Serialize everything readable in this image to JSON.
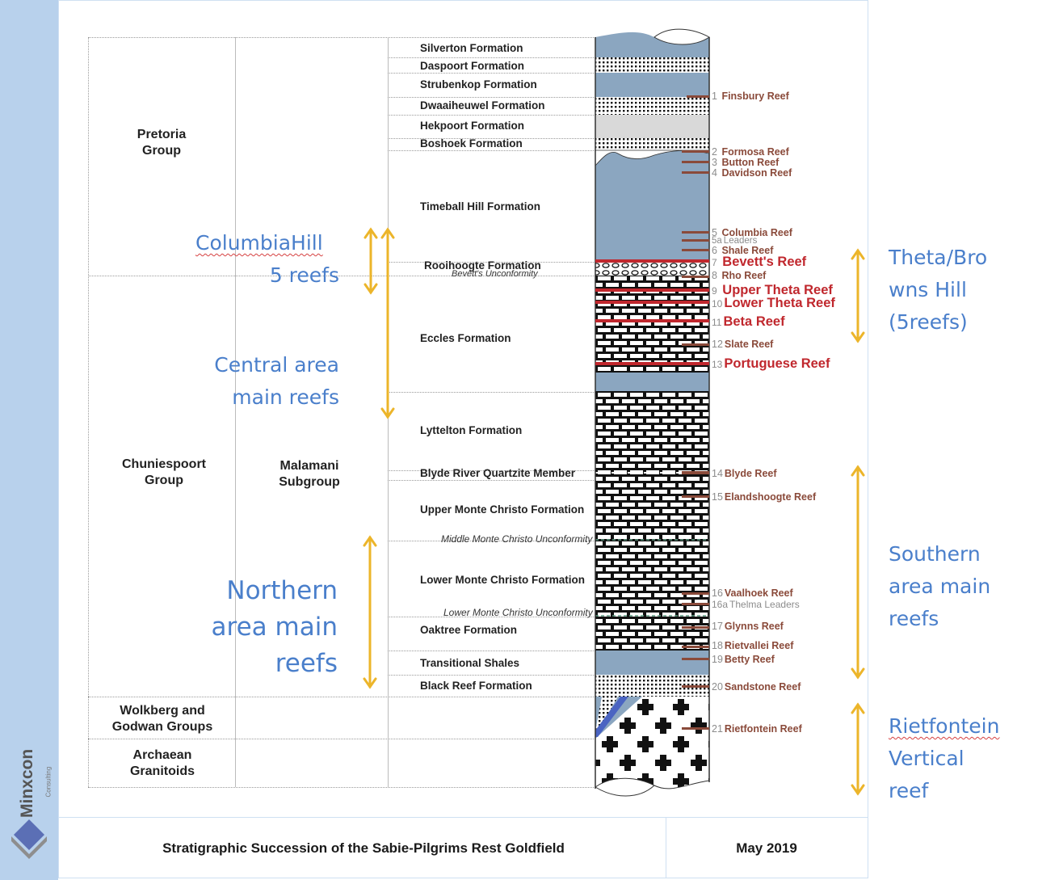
{
  "footer": {
    "title": "Stratigraphic Succession of the Sabie-Pilgrims Rest Goldfield",
    "date": "May 2019"
  },
  "logo": {
    "name": "Minxcon",
    "subtitle": "Consulting"
  },
  "groups": [
    {
      "label": "Pretoria\nGroup"
    },
    {
      "label": "Chuniespoort\nGroup"
    },
    {
      "label": "Malamani\nSubgroup"
    },
    {
      "label": "Wolkberg and\nGodwan Groups"
    },
    {
      "label": "Archaean\nGranitoids"
    }
  ],
  "formations": [
    "Silverton Formation",
    "Daspoort Formation",
    "Strubenkop Formation",
    "Dwaaiheuwel Formation",
    "Hekpoort Formation",
    "Boshoek Formation",
    "Timeball Hill Formation",
    "Rooihoogte Formation",
    "Eccles Formation",
    "Lyttelton Formation",
    "Blyde River Quartzite Member",
    "Upper Monte Christo Formation",
    "Lower Monte Christo Formation",
    "Oaktree Formation",
    "Transitional Shales",
    "Black Reef Formation"
  ],
  "unconformities": [
    "Bevett's Unconformity",
    "Middle Monte Christo Unconformity",
    "Lower Monte Christo Unconformity"
  ],
  "reefs": [
    {
      "num": "1",
      "name": "Finsbury Reef",
      "style": "normal"
    },
    {
      "num": "2",
      "name": "Formosa Reef",
      "style": "normal"
    },
    {
      "num": "3",
      "name": "Button Reef",
      "style": "normal"
    },
    {
      "num": "4",
      "name": "Davidson Reef",
      "style": "normal"
    },
    {
      "num": "5",
      "name": "Columbia Reef",
      "style": "normal"
    },
    {
      "num": "5a",
      "name": "Leaders",
      "style": "minor"
    },
    {
      "num": "6",
      "name": "Shale Reef",
      "style": "normal"
    },
    {
      "num": "7",
      "name": "Bevett's Reef",
      "style": "major"
    },
    {
      "num": "8",
      "name": "Rho Reef",
      "style": "normal"
    },
    {
      "num": "9",
      "name": "Upper Theta Reef",
      "style": "major"
    },
    {
      "num": "10",
      "name": "Lower Theta Reef",
      "style": "major"
    },
    {
      "num": "11",
      "name": "Beta Reef",
      "style": "major"
    },
    {
      "num": "12",
      "name": "Slate Reef",
      "style": "normal"
    },
    {
      "num": "13",
      "name": "Portuguese Reef",
      "style": "major"
    },
    {
      "num": "14",
      "name": "Blyde Reef",
      "style": "normal"
    },
    {
      "num": "15",
      "name": "Elandshoogte Reef",
      "style": "normal"
    },
    {
      "num": "16",
      "name": "Vaalhoek Reef",
      "style": "normal"
    },
    {
      "num": "16a",
      "name": "Thelma Leaders",
      "style": "minor"
    },
    {
      "num": "17",
      "name": "Glynns Reef",
      "style": "normal"
    },
    {
      "num": "18",
      "name": "Rietvallei Reef",
      "style": "normal"
    },
    {
      "num": "19",
      "name": "Betty Reef",
      "style": "normal"
    },
    {
      "num": "20",
      "name": "Sandstone Reef",
      "style": "normal"
    },
    {
      "num": "21",
      "name": "Rietfontein Reef",
      "style": "normal"
    }
  ],
  "annotations": {
    "columbia_hill": {
      "line1": "ColumbiaHill",
      "line2": "5 reefs"
    },
    "central": {
      "line1": "Central area",
      "line2": "main reefs"
    },
    "northern": {
      "line1": "Northern",
      "line2": "area main",
      "line3": "reefs"
    },
    "theta": {
      "line1": "Theta/Bro",
      "line2": "wns Hill",
      "line3": "(5reefs)"
    },
    "southern": {
      "line1": "Southern",
      "line2": "area main",
      "line3": "reefs"
    },
    "rietfontein": {
      "line1": "Rietfontein",
      "line2": "Vertical",
      "line3": "reef"
    }
  },
  "colors": {
    "shale": "#8ba6c0",
    "quartzite": "#d9d9d9",
    "reef_major": "#c0272d",
    "reef_minor": "#8a4a3a",
    "annotation_text": "#4a7fcb",
    "arrow": "#ecb52a"
  }
}
